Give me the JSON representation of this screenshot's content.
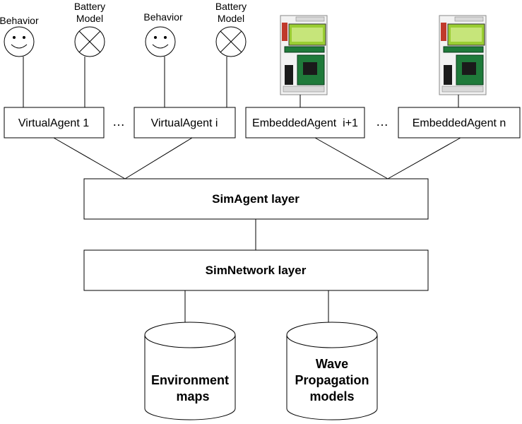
{
  "agents": [
    {
      "label": "VirtualAgent 1",
      "kind": "virtual",
      "behavior_label": "Behavior",
      "battery_label_line1": "Battery",
      "battery_label_line2": "Model"
    },
    {
      "label": "VirtualAgent i",
      "kind": "virtual",
      "behavior_label": "Behavior",
      "battery_label_line1": "Battery",
      "battery_label_line2": "Model"
    },
    {
      "label": "EmbeddedAgent  i+1",
      "kind": "embedded"
    },
    {
      "label": "EmbeddedAgent n",
      "kind": "embedded"
    }
  ],
  "ellipsis_left": "…",
  "ellipsis_right": "…",
  "layers": {
    "simagent": "SimAgent layer",
    "simnetwork": "SimNetwork layer"
  },
  "databases": [
    {
      "lines": [
        "Environment",
        "maps"
      ]
    },
    {
      "lines": [
        "Wave",
        "Propagation",
        "models"
      ]
    }
  ],
  "icons": {
    "behavior": "smiley-face-icon",
    "battery": "crossed-circle-icon",
    "embedded": "circuit-board-icon"
  }
}
